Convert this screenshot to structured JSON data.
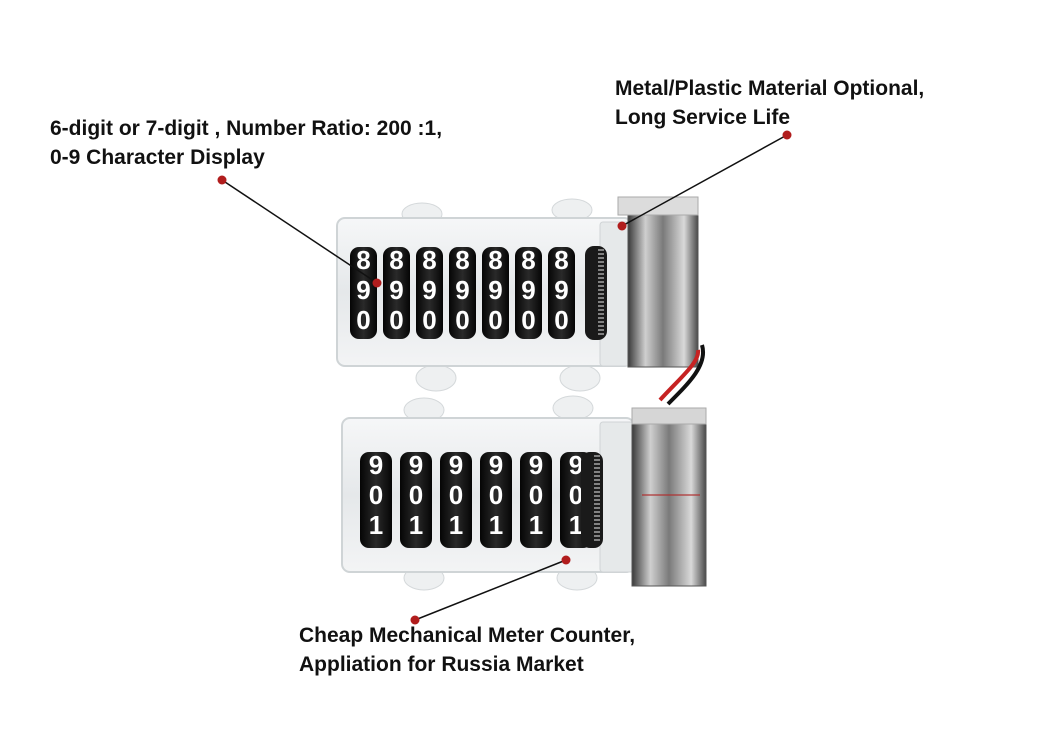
{
  "annotations": {
    "digits": {
      "line1": "6-digit or 7-digit , Number Ratio: 200 :1,",
      "line2": "0-9 Character Display"
    },
    "material": {
      "line1": "Metal/Plastic Material Optional,",
      "line2": "Long Service Life"
    },
    "counter": {
      "line1": "Cheap Mechanical Meter Counter,",
      "line2": "Appliation for Russia Market"
    }
  },
  "colors": {
    "marker": "#b11d1d",
    "leader_line": "#111111",
    "wheel": "#0e0e0e",
    "digit_text": "#ffffff",
    "housing": "#eceff0",
    "metal_block": "#6f6f6f",
    "wire_red": "#c62222",
    "wire_black": "#111111"
  },
  "counters": [
    {
      "wheels": 7,
      "digit_rows": [
        "8",
        "9",
        "0"
      ]
    },
    {
      "wheels": 6,
      "digit_rows": [
        "9",
        "0",
        "1"
      ]
    }
  ]
}
